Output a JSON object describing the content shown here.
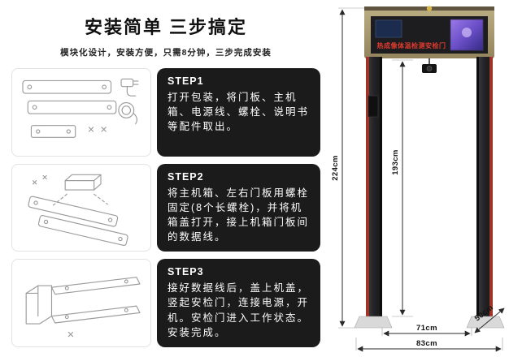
{
  "left": {
    "title": "安装简单 三步搞定",
    "subtitle": "模块化设计，安装方便，只需8分钟，三步完成安装",
    "steps": [
      {
        "label": "STEP1",
        "text": "打开包装，将门板、主机箱、电源线、螺栓、说明书等配件取出。"
      },
      {
        "label": "STEP2",
        "text": "将主机箱、左右门板用螺栓固定(8个长螺栓)，并将机箱盖打开，接上机箱门板间的数据线。"
      },
      {
        "label": "STEP3",
        "text": "接好数据线后，盖上机盖，竖起安检门，连接电源，开机。安检门进入工作状态。安装完成。"
      }
    ]
  },
  "door": {
    "header_text": "热成像体温检测安检门",
    "dimensions": {
      "total_height": "224cm",
      "inner_height": "193cm",
      "base_depth": "50cm",
      "inner_width": "71cm",
      "total_width": "83cm"
    },
    "colors": {
      "accent_red": "#e23b2e",
      "panel_dark": "#1b1b1b",
      "crossbar_tan": "#a89a72",
      "pillar_trim_red": "#a03428",
      "thermal_screen_purple": "#6b4fc8"
    }
  }
}
